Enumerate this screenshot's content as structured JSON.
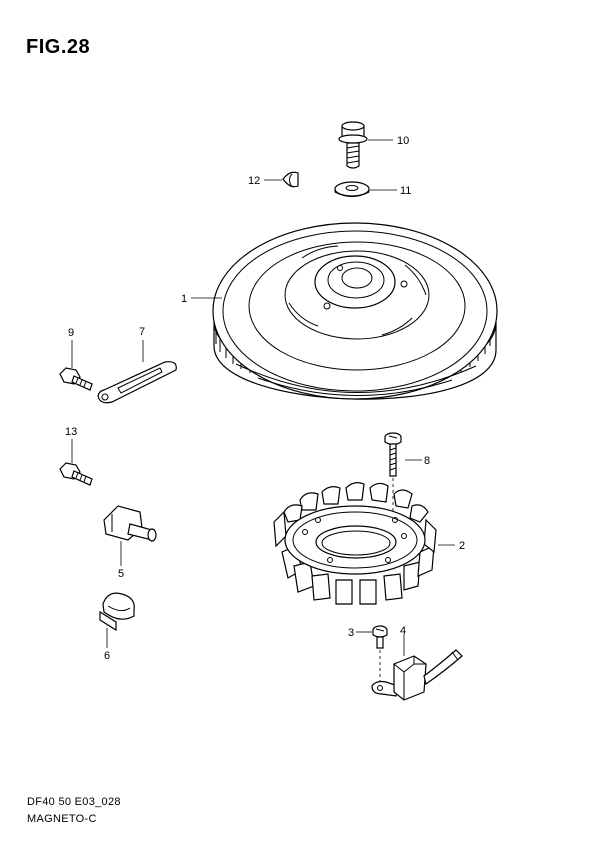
{
  "figure": {
    "title": "FIG.28",
    "code": "DF40 50 E03_028",
    "name": "MAGNETO-C"
  },
  "callouts": [
    {
      "id": "1",
      "text": "1"
    },
    {
      "id": "2",
      "text": "2"
    },
    {
      "id": "3",
      "text": "3"
    },
    {
      "id": "4",
      "text": "4"
    },
    {
      "id": "5",
      "text": "5"
    },
    {
      "id": "6",
      "text": "6"
    },
    {
      "id": "7",
      "text": "7"
    },
    {
      "id": "8",
      "text": "8"
    },
    {
      "id": "9",
      "text": "9"
    },
    {
      "id": "10",
      "text": "10"
    },
    {
      "id": "11",
      "text": "11"
    },
    {
      "id": "12",
      "text": "12"
    },
    {
      "id": "13",
      "text": "13"
    }
  ]
}
